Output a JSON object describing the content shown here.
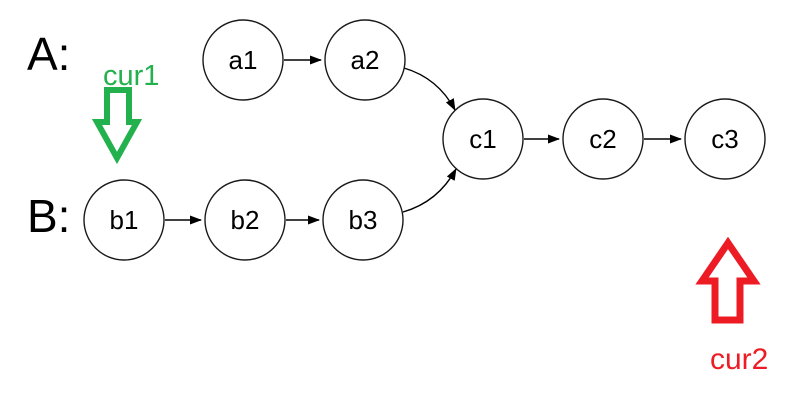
{
  "diagram": {
    "row_labels": {
      "a": "A:",
      "b": "B:"
    },
    "nodes": [
      {
        "id": "a1",
        "label": "a1"
      },
      {
        "id": "a2",
        "label": "a2"
      },
      {
        "id": "b1",
        "label": "b1"
      },
      {
        "id": "b2",
        "label": "b2"
      },
      {
        "id": "b3",
        "label": "b3"
      },
      {
        "id": "c1",
        "label": "c1"
      },
      {
        "id": "c2",
        "label": "c2"
      },
      {
        "id": "c3",
        "label": "c3"
      }
    ],
    "edges": [
      "a1->a2",
      "a2->c1",
      "b1->b2",
      "b2->b3",
      "b3->c1",
      "c1->c2",
      "c2->c3"
    ],
    "pointers": [
      {
        "label": "cur1",
        "color": "#22b14c",
        "direction": "down"
      },
      {
        "label": "cur2",
        "color": "#ed1c24",
        "direction": "up"
      }
    ],
    "colors": {
      "node_stroke": "#1a1a1a",
      "edge": "#000000",
      "text": "#000000",
      "cur1_green": "#22b14c",
      "cur2_red": "#ed1c24",
      "background": "#ffffff"
    }
  }
}
